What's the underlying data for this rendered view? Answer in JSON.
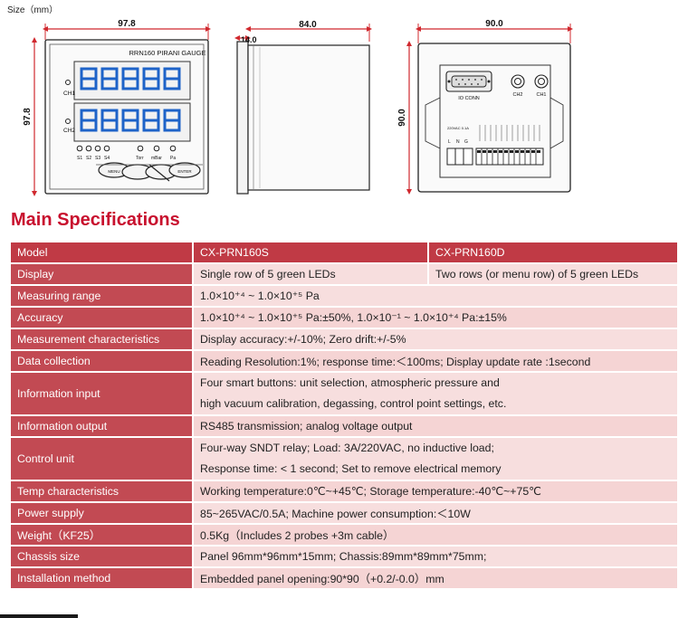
{
  "header": {
    "size_label": "Size（mm）"
  },
  "drawing": {
    "front": {
      "width_dim": "97.8",
      "height_dim": "97.8",
      "panel_title": "RRN160 PIRANI GAUGE",
      "channel1": "CH1",
      "channel2": "CH2",
      "indicators": [
        "S1",
        "S2",
        "S3",
        "S4"
      ],
      "units": [
        "Torr",
        "mBar",
        "Pa"
      ],
      "buttons": [
        "MENU",
        "",
        "",
        "ENTER"
      ]
    },
    "side": {
      "depth_dim": "84.0",
      "flange_dim": "14.0"
    },
    "back": {
      "width_dim": "90.0",
      "height_dim": "90.0",
      "io_label": "IO CONN",
      "ch2": "CH2",
      "ch1": "CH1",
      "power_label": "220VAC 0.1A",
      "power_terminals": [
        "L",
        "N",
        "G"
      ]
    }
  },
  "section_title": "Main Specifications",
  "table": {
    "header": {
      "label": "Model",
      "col1": "CX-PRN160S",
      "col2": "CX-PRN160D"
    },
    "rows": [
      {
        "label": "Display",
        "col1": "Single row of 5 green LEDs",
        "col2": "Two rows (or menu row) of 5 green LEDs"
      },
      {
        "label": "Measuring range",
        "value": "1.0×10⁺⁴ ~ 1.0×10⁺⁵ Pa"
      },
      {
        "label": "Accuracy",
        "value": "1.0×10⁺⁴ ~ 1.0×10⁺⁵ Pa:±50%,   1.0×10⁻¹ ~ 1.0×10⁺⁴ Pa:±15%"
      },
      {
        "label": "Measurement characteristics",
        "value": "Display accuracy:+/-10%;  Zero drift:+/-5%"
      },
      {
        "label": "Data collection",
        "value": "Reading Resolution:1%;  response time:＜100ms;  Display update rate :1second"
      },
      {
        "label": "Information input",
        "line1": "Four smart buttons: unit selection, atmospheric pressure and",
        "line2": "high vacuum calibration, degassing, control point settings, etc."
      },
      {
        "label": "Information output",
        "value": "RS485 transmission; analog voltage output"
      },
      {
        "label": "Control unit",
        "line1": "Four-way SNDT relay; Load: 3A/220VAC, no inductive load;",
        "line2": "Response time: < 1 second; Set to remove electrical memory"
      },
      {
        "label": "Temp characteristics",
        "value": "Working temperature:0℃~+45℃;  Storage temperature:-40℃~+75℃"
      },
      {
        "label": "Power supply",
        "value": "85~265VAC/0.5A;  Machine power consumption:＜10W"
      },
      {
        "label": "Weight（KF25）",
        "value": "0.5Kg（Includes 2 probes +3m cable）"
      },
      {
        "label": "Chassis size",
        "value": "Panel 96mm*96mm*15mm;  Chassis:89mm*89mm*75mm;"
      },
      {
        "label": "Installation method",
        "value": "Embedded panel opening:90*90（+0.2/-0.0）mm"
      }
    ]
  },
  "colors": {
    "accent_red": "#c8102e",
    "dim_red": "#d0282e",
    "label_bg": "#c24a53",
    "value_bg": "#f7dede",
    "led_blue": "#1e63c8"
  }
}
